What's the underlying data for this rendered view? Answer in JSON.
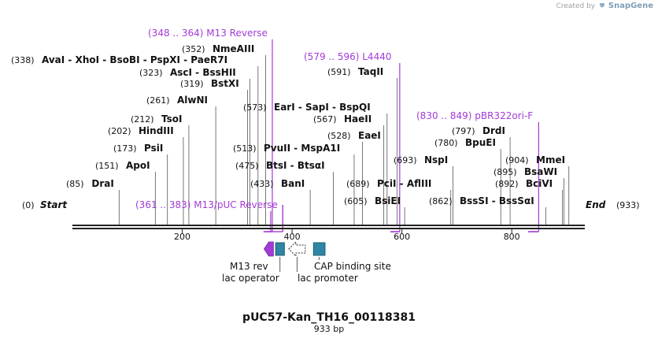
{
  "credit": {
    "prefix": "Created by",
    "brand": "SnapGene"
  },
  "plasmid": {
    "name": "pUC57-Kan_TH16_00118381",
    "length_label": "933 bp",
    "length": 933
  },
  "axis": {
    "start_label": "Start",
    "start_pos": "(0)",
    "end_label": "End",
    "end_pos": "(933)",
    "ticks": [
      {
        "value": 200,
        "label": "200"
      },
      {
        "value": 400,
        "label": "400"
      },
      {
        "value": 600,
        "label": "600"
      },
      {
        "value": 800,
        "label": "800"
      }
    ]
  },
  "colors": {
    "primer": "#a33bd6",
    "feature_fill": "#2e86a3",
    "feature_stroke": "#1f5e73",
    "backbone": "#222222",
    "enzyme_line": "#555555"
  },
  "primers": [
    {
      "pos": "(348 .. 364)",
      "name": "M13 Reverse",
      "start": 348,
      "end": 364,
      "row": 0
    },
    {
      "pos": "(579 .. 596)",
      "name": "L4440",
      "start": 579,
      "end": 596,
      "row": 1
    },
    {
      "pos": "(830 .. 849)",
      "name": "pBR322ori-F",
      "start": 830,
      "end": 849,
      "row": 2
    },
    {
      "pos": "(361 .. 383)",
      "name": "M13/pUC Reverse",
      "start": 361,
      "end": 383,
      "row": 3
    }
  ],
  "enzymes": [
    {
      "pos": "(338)",
      "names": "AvaI  -  XhoI  -  BsoBI  -  PspXI  -  PaeR7I",
      "site": 338,
      "row": 0
    },
    {
      "pos": "(352)",
      "names": "NmeAIII",
      "site": 352,
      "row": 1
    },
    {
      "pos": "(323)",
      "names": "AscI  -  BssHII",
      "site": 323,
      "row": 2
    },
    {
      "pos": "(319)",
      "names": "BstXI",
      "site": 319,
      "row": 3
    },
    {
      "pos": "(261)",
      "names": "AlwNI",
      "site": 261,
      "row": 4
    },
    {
      "pos": "(212)",
      "names": "TsoI",
      "site": 212,
      "row": 5
    },
    {
      "pos": "(202)",
      "names": "HindIII",
      "site": 202,
      "row": 6
    },
    {
      "pos": "(173)",
      "names": "PsiI",
      "site": 173,
      "row": 7
    },
    {
      "pos": "(151)",
      "names": "ApoI",
      "site": 151,
      "row": 8
    },
    {
      "pos": "(85)",
      "names": "DraI",
      "site": 85,
      "row": 9
    },
    {
      "pos": "(591)",
      "names": "TaqII",
      "site": 591,
      "row": 10
    },
    {
      "pos": "(573)",
      "names": "EarI  -  SapI  -  BspQI",
      "site": 573,
      "row": 11
    },
    {
      "pos": "(567)",
      "names": "HaeII",
      "site": 567,
      "row": 12
    },
    {
      "pos": "(528)",
      "names": "EaeI",
      "site": 528,
      "row": 13
    },
    {
      "pos": "(513)",
      "names": "PvuII  -  MspA1I",
      "site": 513,
      "row": 14
    },
    {
      "pos": "(475)",
      "names": "BtsI  -  BtsαI",
      "site": 475,
      "row": 15
    },
    {
      "pos": "(433)",
      "names": "BanI",
      "site": 433,
      "row": 16
    },
    {
      "pos": "(693)",
      "names": "NspI",
      "site": 693,
      "row": 17
    },
    {
      "pos": "(689)",
      "names": "PciI  -  AflIII",
      "site": 689,
      "row": 18
    },
    {
      "pos": "(605)",
      "names": "BsiEI",
      "site": 605,
      "row": 19
    },
    {
      "pos": "(797)",
      "names": "DrdI",
      "site": 797,
      "row": 20
    },
    {
      "pos": "(780)",
      "names": "BpuEI",
      "site": 780,
      "row": 21
    },
    {
      "pos": "(904)",
      "names": "MmeI",
      "site": 904,
      "row": 22
    },
    {
      "pos": "(895)",
      "names": "BsaWI",
      "site": 895,
      "row": 23
    },
    {
      "pos": "(892)",
      "names": "BciVI",
      "site": 892,
      "row": 24
    },
    {
      "pos": "(862)",
      "names": "BssSI  -  BssSαI",
      "site": 862,
      "row": 25
    }
  ],
  "features": [
    {
      "name": "M13 rev",
      "type": "primer-arrow-left",
      "start": 349,
      "end": 366
    },
    {
      "name": "lac operator",
      "type": "box",
      "start": 370,
      "end": 386
    },
    {
      "name": "lac promoter",
      "type": "arrow-left-outline",
      "start": 394,
      "end": 424
    },
    {
      "name": "CAP binding site",
      "type": "box",
      "start": 439,
      "end": 460
    }
  ]
}
